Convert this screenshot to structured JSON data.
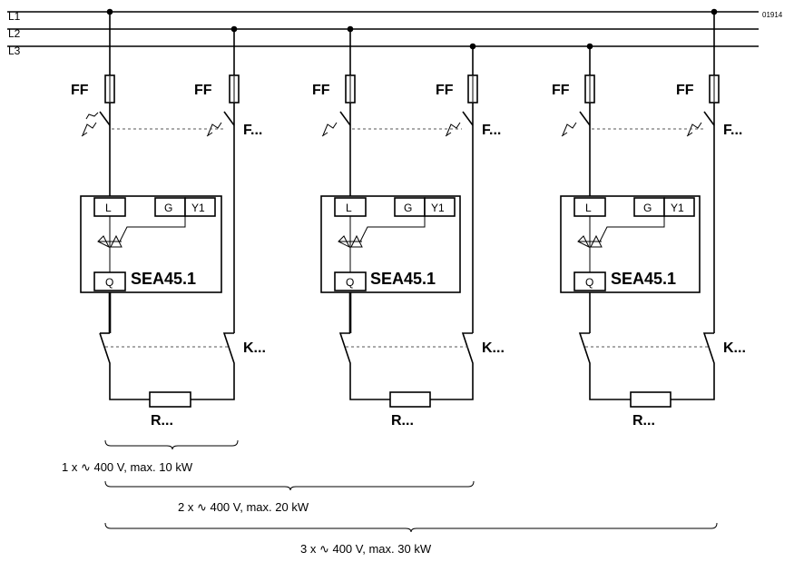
{
  "diagram_id": "01914",
  "phases": [
    "L1",
    "L2",
    "L3"
  ],
  "fuse_label": "FF",
  "breaker_label": "F...",
  "contactor_label": "K...",
  "resistor_label": "R...",
  "controller": {
    "model": "SEA45.1",
    "terminal_l": "L",
    "terminal_g": "G",
    "terminal_y1": "Y1",
    "terminal_q": "Q"
  },
  "ranges": [
    {
      "label": "1 x ∿ 400 V, max. 10 kW"
    },
    {
      "label": "2 x ∿ 400 V, max. 20 kW"
    },
    {
      "label": "3 x ∿ 400 V, max. 30 kW"
    }
  ]
}
